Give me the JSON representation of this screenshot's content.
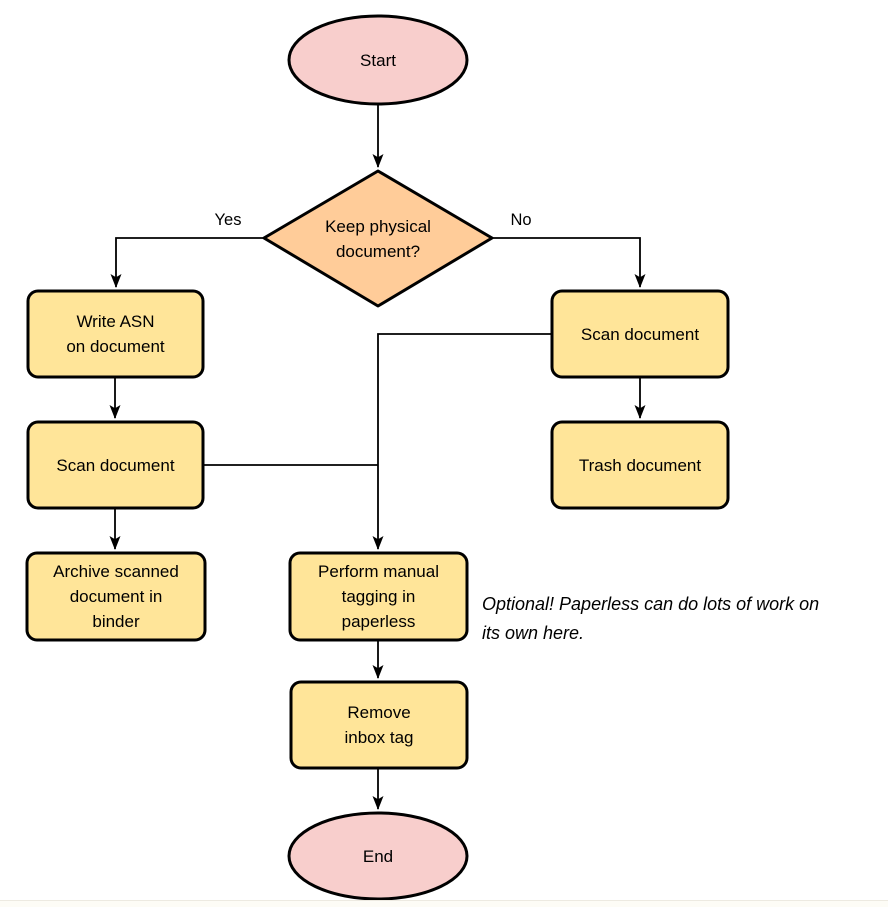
{
  "colors": {
    "terminal_fill": "#F8CECC",
    "decision_fill": "#FFCC99",
    "process_fill": "#FFE599",
    "stroke": "#000000"
  },
  "nodes": {
    "start": {
      "type": "terminal",
      "label": "Start"
    },
    "decision": {
      "type": "decision",
      "label": "Keep physical\ndocument?"
    },
    "write_asn": {
      "type": "process",
      "label": "Write ASN\non document"
    },
    "scan_left": {
      "type": "process",
      "label": "Scan document"
    },
    "archive": {
      "type": "process",
      "label": "Archive scanned\ndocument in\nbinder"
    },
    "scan_right": {
      "type": "process",
      "label": "Scan document"
    },
    "trash": {
      "type": "process",
      "label": "Trash document"
    },
    "tagging": {
      "type": "process",
      "label": "Perform manual\ntagging in\npaperless"
    },
    "remove_inbox": {
      "type": "process",
      "label": "Remove\ninbox tag"
    },
    "end": {
      "type": "terminal",
      "label": "End"
    }
  },
  "edge_labels": {
    "yes": "Yes",
    "no": "No"
  },
  "annotation": "Optional! Paperless can do lots of work on\nits own here."
}
